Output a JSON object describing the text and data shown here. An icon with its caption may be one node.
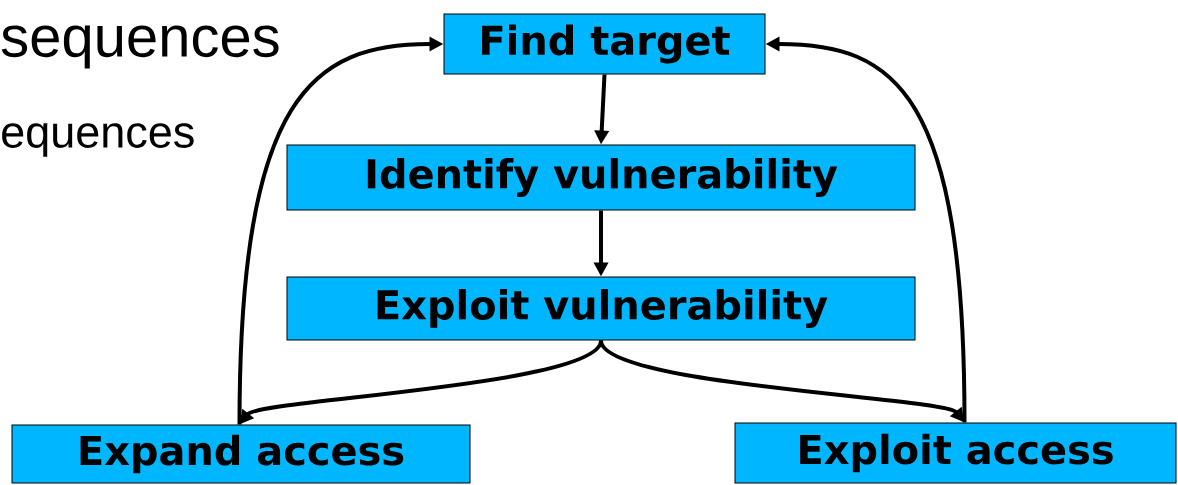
{
  "diagram": {
    "nodes": [
      {
        "text": [
          "Find target"
        ]
      },
      {
        "text": [
          "Identify vulnerability"
        ]
      },
      {
        "text": [
          "Exploit vulnerability"
        ]
      },
      {
        "text": [
          "Expand access"
        ]
      },
      {
        "text": [
          "Exploit access"
        ]
      }
    ],
    "edges": [
      {
        "from": 0,
        "to": 1,
        "arrow": "to"
      },
      {
        "from": 1,
        "to": 2,
        "arrow": "to"
      },
      {
        "from": 2,
        "to": 3,
        "arrow": "to"
      },
      {
        "from": 2,
        "to": 4,
        "arrow": "to"
      },
      {
        "from": 3,
        "to": 0,
        "arrow": "to"
      },
      {
        "from": 4,
        "to": 0,
        "arrow": "to"
      }
    ],
    "labels": [
      "sequences",
      "equences"
    ]
  }
}
